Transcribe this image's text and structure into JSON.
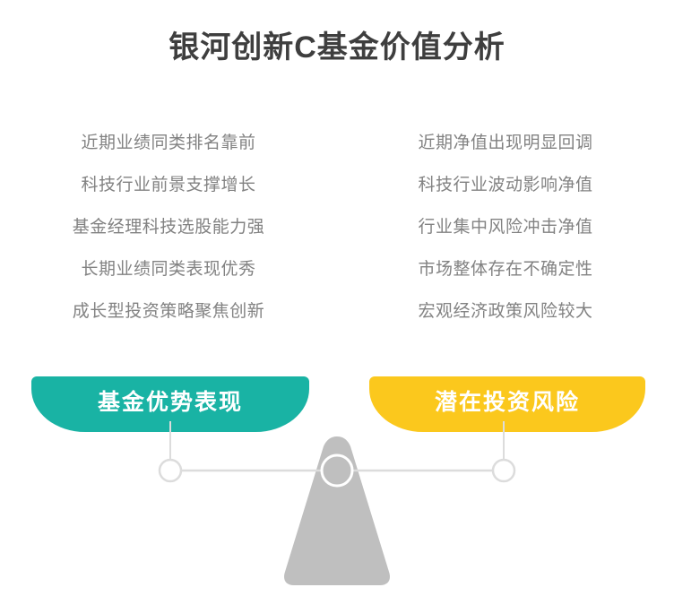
{
  "title": "银河创新C基金价值分析",
  "advantages": {
    "pill_label": "基金优势表现",
    "pill_color": "#19b3a4",
    "points": [
      "近期业绩同类排名靠前",
      "科技行业前景支撑增长",
      "基金经理科技选股能力强",
      "长期业绩同类表现优秀",
      "成长型投资策略聚焦创新"
    ]
  },
  "risks": {
    "pill_label": "潜在投资风险",
    "pill_color": "#fbc81d",
    "points": [
      "近期净值出现明显回调",
      "科技行业波动影响净值",
      "行业集中风险冲击净值",
      "市场整体存在不确定性",
      "宏观经济政策风险较大"
    ]
  },
  "balance": {
    "icon": "balance-scale-icon",
    "beam_color": "#d8d8d8",
    "fulcrum_color": "#bfbfbf",
    "text_color": "#828282",
    "title_color": "#3e3e3e"
  }
}
